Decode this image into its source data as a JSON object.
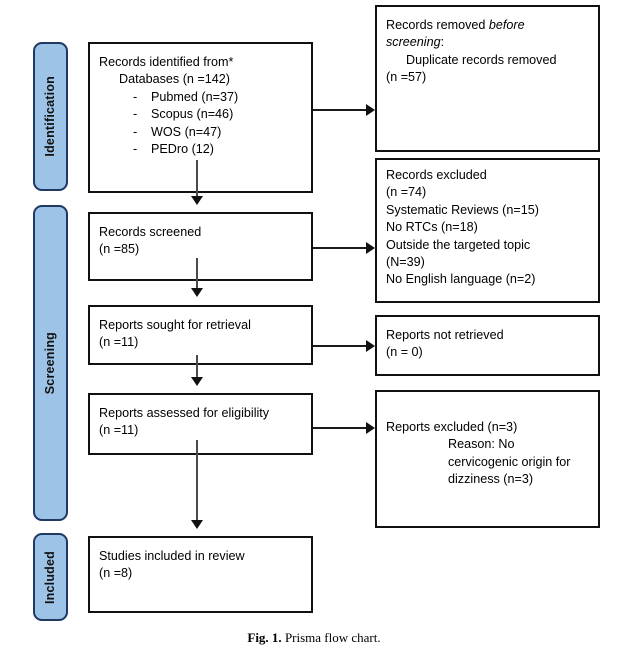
{
  "figure": {
    "caption_number": "Fig. 1.",
    "caption_text": "Prisma flow chart."
  },
  "colors": {
    "phase_fill": "#9DC3E6",
    "phase_border": "#1F3864",
    "box_border": "#111111",
    "connector": "#1a1a1a",
    "background": "#ffffff"
  },
  "phases": [
    {
      "id": "identification",
      "label": "Identification"
    },
    {
      "id": "screening",
      "label": "Screening"
    },
    {
      "id": "included",
      "label": "Included"
    }
  ],
  "left_column": [
    {
      "id": "records-identified",
      "lines": [
        {
          "text": "Records identified from*",
          "indent": 0
        },
        {
          "text": "Databases (n =142)",
          "indent": 1
        },
        {
          "text": "Pubmed (n=37)",
          "indent": 2,
          "bullet": "-"
        },
        {
          "text": "Scopus (n=46)",
          "indent": 2,
          "bullet": "-"
        },
        {
          "text": "WOS (n=47)",
          "indent": 2,
          "bullet": "-"
        },
        {
          "text": "PEDro (12)",
          "indent": 2,
          "bullet": "-"
        }
      ]
    },
    {
      "id": "records-screened",
      "lines": [
        {
          "text": "Records screened",
          "indent": 0
        },
        {
          "text": "(n =85)",
          "indent": 0
        }
      ]
    },
    {
      "id": "reports-sought",
      "lines": [
        {
          "text": "Reports sought for retrieval",
          "indent": 0
        },
        {
          "text": "(n =11)",
          "indent": 0
        }
      ]
    },
    {
      "id": "reports-assessed",
      "lines": [
        {
          "text": "Reports assessed for eligibility",
          "indent": 0
        },
        {
          "text": "(n =11)",
          "indent": 0
        }
      ]
    },
    {
      "id": "studies-included",
      "lines": [
        {
          "text": "Studies included in review",
          "indent": 0
        },
        {
          "text": "(n =8)",
          "indent": 0
        }
      ]
    }
  ],
  "right_column": [
    {
      "id": "records-removed",
      "lines": [
        {
          "text": "Records removed ",
          "italic_text": "before",
          "indent": 0
        },
        {
          "italic_text": "screening",
          "text": ":",
          "italic_first": true,
          "indent": 0
        },
        {
          "text": "Duplicate records removed",
          "indent": 1
        },
        {
          "text": "(n =57)",
          "indent": 0
        }
      ]
    },
    {
      "id": "records-excluded",
      "lines": [
        {
          "text": "Records excluded",
          "indent": 0
        },
        {
          "text": "(n =74)",
          "indent": 0
        },
        {
          "text": "Systematic Reviews (n=15)",
          "indent": 0
        },
        {
          "text": "No RTCs (n=18)",
          "indent": 0
        },
        {
          "text": "Outside the targeted topic",
          "indent": 0
        },
        {
          "text": "(N=39)",
          "indent": 0
        },
        {
          "text": "No English language (n=2)",
          "indent": 0
        }
      ]
    },
    {
      "id": "reports-not-retrieved",
      "lines": [
        {
          "text": "Reports not retrieved",
          "indent": 0
        },
        {
          "text": "(n = 0)",
          "indent": 0
        }
      ]
    },
    {
      "id": "reports-excluded",
      "lines": [
        {
          "text": "Reports excluded (n=3)",
          "indent": 0
        },
        {
          "text": "Reason: No",
          "indent": 3
        },
        {
          "text": "cervicogenic origin for",
          "indent": 3
        },
        {
          "text": "dizziness (n=3)",
          "indent": 3
        }
      ]
    }
  ]
}
